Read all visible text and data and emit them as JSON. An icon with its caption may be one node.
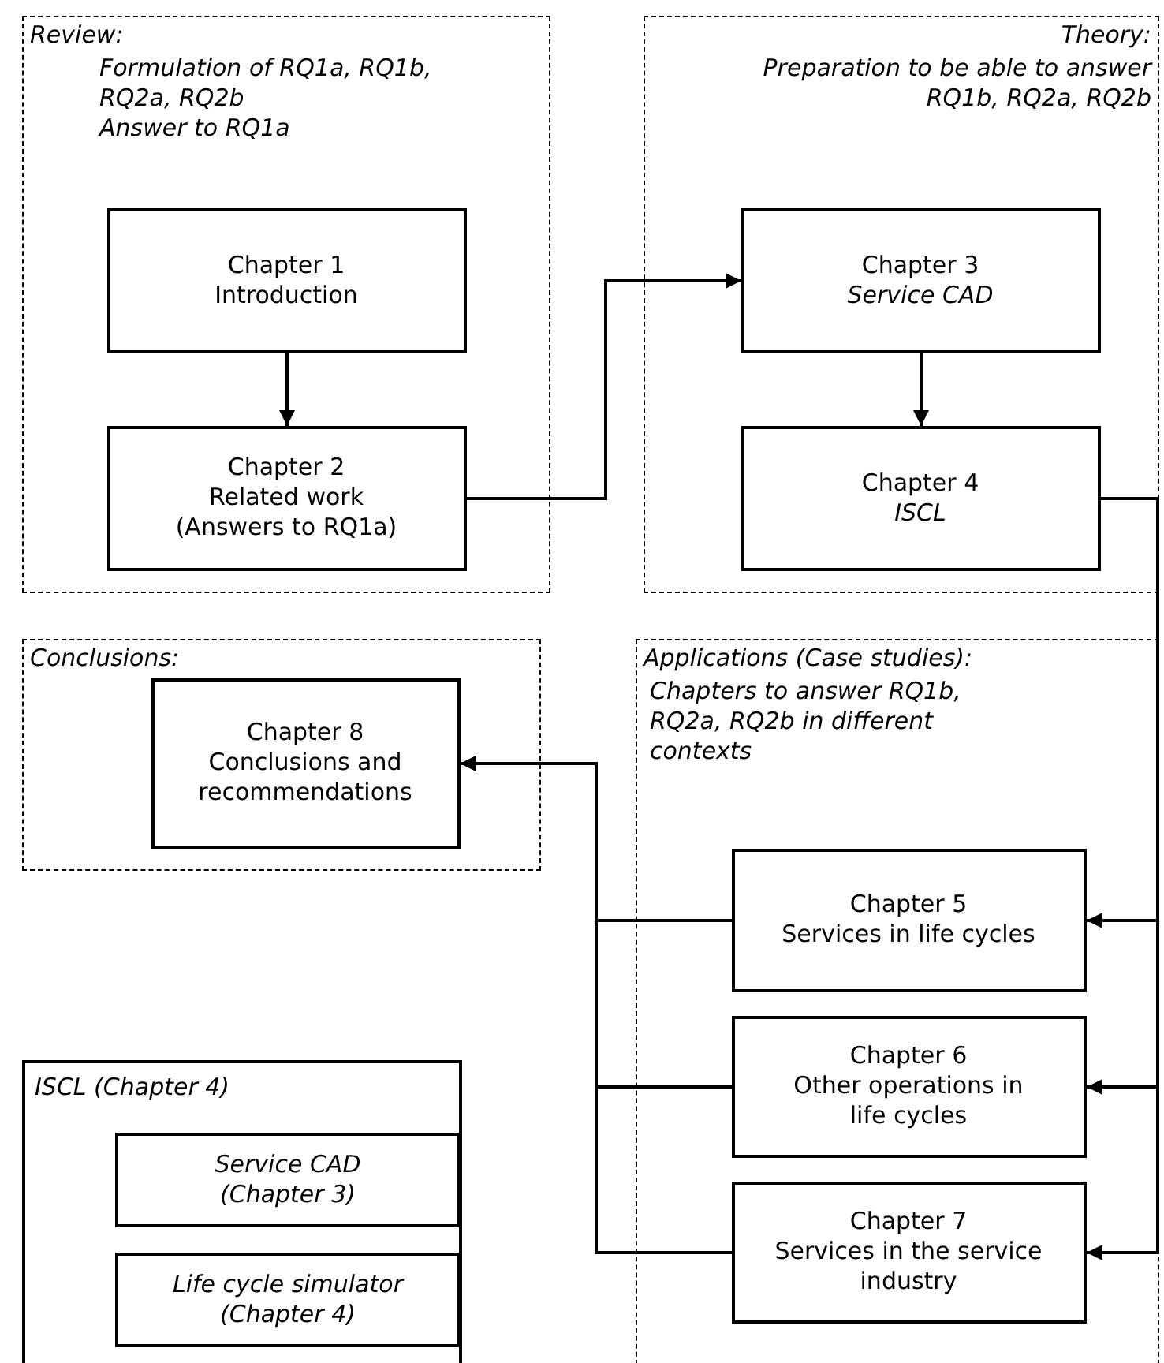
{
  "diagram": {
    "nodes": [
      {
        "text": [
          "Review:",
          "Formulation of RQ1a, RQ1b, RQ2a, RQ2b",
          "Answer to RQ1a"
        ]
      },
      {
        "text": [
          "Chapter 1",
          "Introduction"
        ],
        "in": 0
      },
      {
        "text": [
          "Chapter 2",
          "Related work",
          "(Answers to RQ1a)"
        ],
        "in": 0
      },
      {
        "text": [
          "Theory:",
          "Preparation to be able to answer RQ1b, RQ2a, RQ2b"
        ]
      },
      {
        "text": [
          "Chapter 3",
          "Service CAD"
        ],
        "in": 3
      },
      {
        "text": [
          "Chapter 4",
          "ISCL"
        ],
        "in": 3
      },
      {
        "text": [
          "Conclusions:"
        ]
      },
      {
        "text": [
          "Chapter 8",
          "Conclusions and recommendations"
        ],
        "in": 6
      },
      {
        "text": [
          "Applications (Case studies):",
          "Chapters to answer RQ1b, RQ2a, RQ2b in different contexts"
        ]
      },
      {
        "text": [
          "Chapter 5",
          "Services in life cycles"
        ],
        "in": 8
      },
      {
        "text": [
          "Chapter 6",
          "Other operations in life cycles"
        ],
        "in": 8
      },
      {
        "text": [
          "Chapter 7",
          "Services in the service industry"
        ],
        "in": 8
      },
      {
        "text": [
          "ISCL (Chapter 4)"
        ]
      },
      {
        "text": [
          "Service CAD",
          "(Chapter 3)"
        ],
        "in": 12
      },
      {
        "text": [
          "Life cycle simulator",
          "(Chapter 4)"
        ],
        "in": 12
      }
    ],
    "edges": [
      {
        "from": 1,
        "to": 2,
        "arrow": "to"
      },
      {
        "from": 2,
        "to": 4,
        "arrow": "to"
      },
      {
        "from": 4,
        "to": 5,
        "arrow": "to"
      },
      {
        "from": 5,
        "to": 9,
        "arrow": "to"
      },
      {
        "from": 5,
        "to": 10,
        "arrow": "to"
      },
      {
        "from": 5,
        "to": 11,
        "arrow": "to"
      },
      {
        "from": 9,
        "to": 7,
        "arrow": "to"
      },
      {
        "from": 10,
        "to": 7,
        "arrow": "to"
      },
      {
        "from": 11,
        "to": 7,
        "arrow": "to"
      }
    ]
  }
}
